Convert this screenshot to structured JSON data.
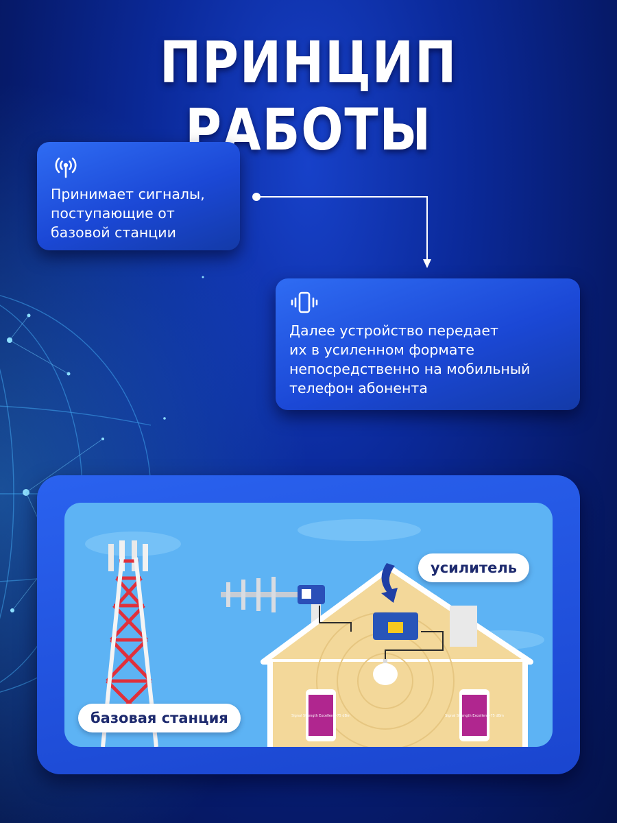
{
  "title": "ПРИНЦИП РАБОТЫ",
  "card_receive": {
    "icon": "antenna-signal-icon",
    "text": "Принимает сигналы,\nпоступающие от\nбазовой станции"
  },
  "card_transmit": {
    "icon": "phone-vibrate-icon",
    "text": "Далее устройство передает\nих в усиленном формате\nнепосредственно на мобильный\nтелефон абонента"
  },
  "diagram": {
    "amplifier_label": "усилитель",
    "base_station_label": "базовая станция",
    "phone_screen_text": "Signal Strength\nExcellent\n-75 dBm"
  },
  "colors": {
    "accent_blue": "#1b48d6",
    "sky": "#5db3f4",
    "tower_red": "#e0303b",
    "house_wall": "#f3d89a"
  }
}
